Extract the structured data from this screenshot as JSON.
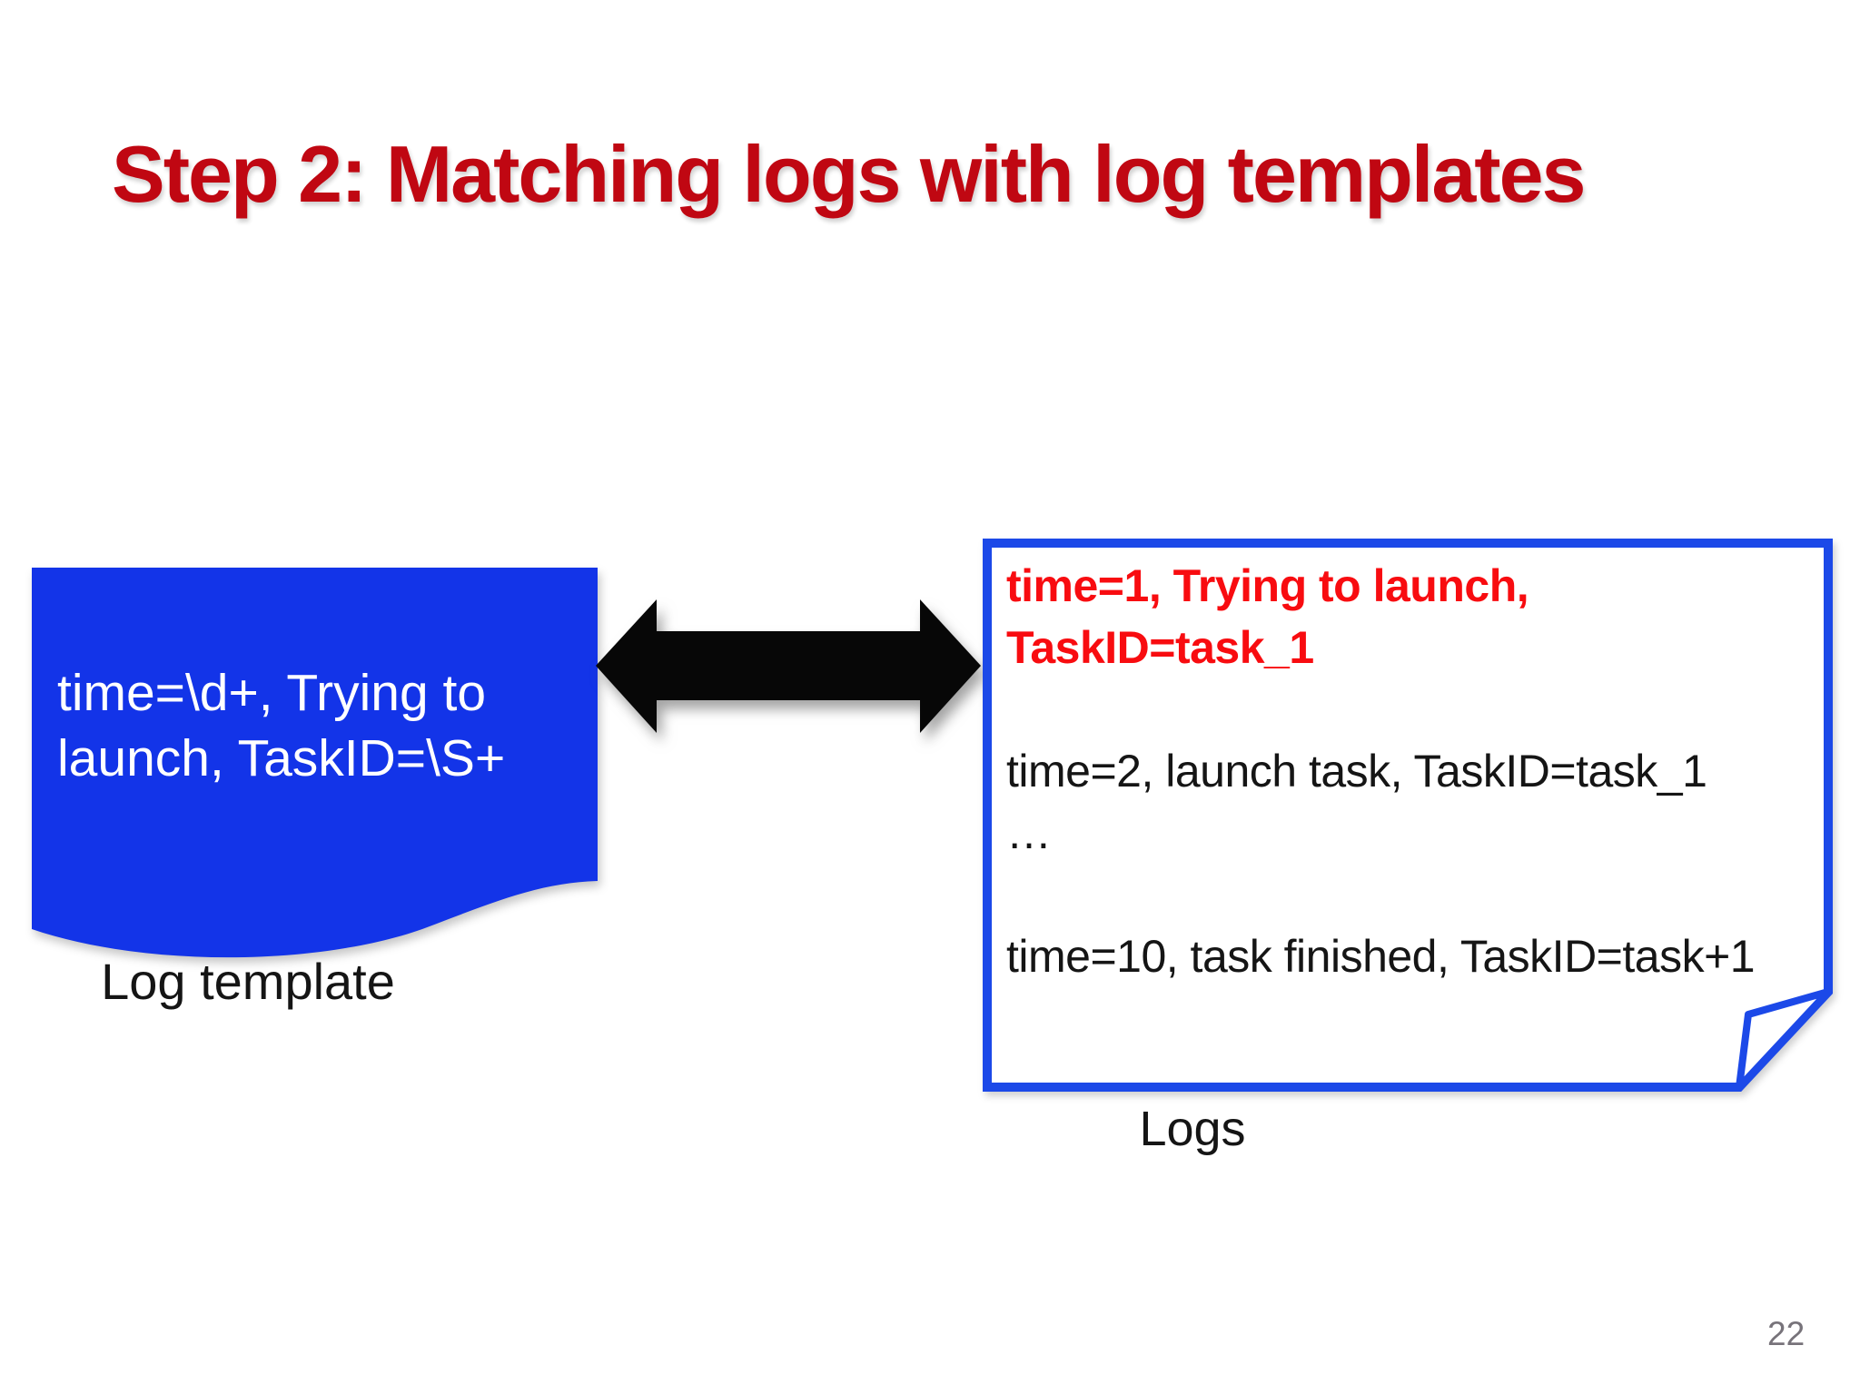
{
  "slide": {
    "title": "Step 2: Matching logs with log templates",
    "page_number": "22"
  },
  "template_box": {
    "lines": [
      "time=\\d+, Trying to",
      "launch, TaskID=\\S+"
    ],
    "label": "Log template"
  },
  "logs_box": {
    "highlight_lines": [
      "time=1, Trying to launch,",
      "TaskID=task_1"
    ],
    "lines": [
      "time=2, launch task, TaskID=task_1",
      "…",
      "time=10, task finished, TaskID=task+1"
    ],
    "label": "Logs"
  },
  "arrow": {
    "type": "double-headed-horizontal"
  },
  "colors": {
    "title_red": "#c00712",
    "doc_blue": "#1334e8",
    "border_blue": "#1c49e8",
    "log_red": "#f80c10",
    "text_black": "#151515",
    "text_white": "#ffffff",
    "arrow_black": "#070707",
    "page_gray": "#77737a"
  }
}
